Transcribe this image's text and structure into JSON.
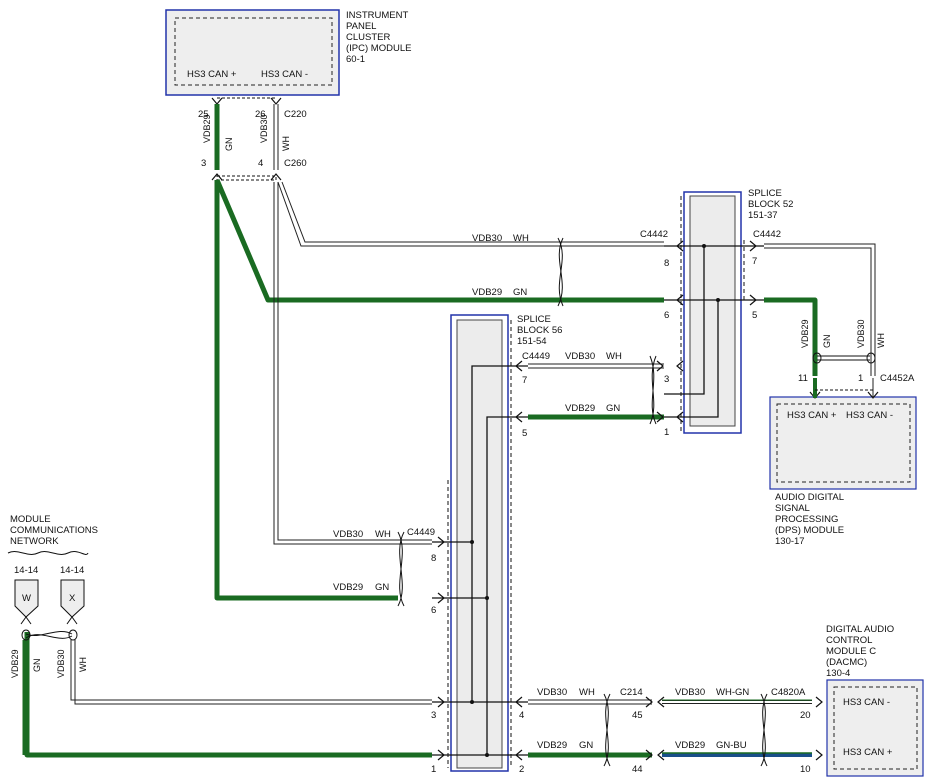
{
  "ipc": {
    "title": [
      "INSTRUMENT",
      "PANEL",
      "CLUSTER",
      "(IPC) MODULE",
      "60-1"
    ],
    "pin_plus": "HS3 CAN +",
    "pin_minus": "HS3 CAN -"
  },
  "dsp": {
    "title": [
      "AUDIO DIGITAL",
      "SIGNAL",
      "PROCESSING",
      "(DPS) MODULE",
      "130-17"
    ],
    "pin_plus": "HS3 CAN +",
    "pin_minus": "HS3 CAN -"
  },
  "dacmc": {
    "title": [
      "DIGITAL AUDIO",
      "CONTROL",
      "MODULE C",
      "(DACMC)",
      "130-4"
    ],
    "pin_minus": "HS3 CAN -",
    "pin_plus": "HS3 CAN +"
  },
  "splice52": {
    "title": [
      "SPLICE",
      "BLOCK 52",
      "151-37"
    ]
  },
  "splice56": {
    "title": [
      "SPLICE",
      "BLOCK 56",
      "151-54"
    ]
  },
  "mcn": {
    "title": [
      "MODULE",
      "COMMUNICATIONS",
      "NETWORK"
    ],
    "ref_w": "14-14",
    "ref_x": "14-14",
    "tag_w": "W",
    "tag_x": "X"
  },
  "connectors": {
    "c220": "C220",
    "c260": "C260",
    "c4442_left": "C4442",
    "c4442_right": "C4442",
    "c4449_top": "C4449",
    "c4449_left": "C4449",
    "c4452a": "C4452A",
    "c214": "C214",
    "c4820a": "C4820A"
  },
  "circuits": {
    "vdb29": "VDB29",
    "vdb30": "VDB30"
  },
  "colors_text": {
    "gn": "GN",
    "wh": "WH",
    "wh_gn": "WH-GN",
    "gn_bu": "GN-BU"
  },
  "pins": {
    "p25": "25",
    "p26": "26",
    "p3": "3",
    "p4": "4",
    "s52_8": "8",
    "s52_6": "6",
    "s52_7": "7",
    "s52_5": "5",
    "dsp_11": "11",
    "dsp_1": "1",
    "s52_3": "3",
    "s52_1": "1",
    "s56_7": "7",
    "s56_5": "5",
    "s56_8": "8",
    "s56_6": "6",
    "s56_3": "3",
    "s56_1": "1",
    "s56_4": "4",
    "s56_2": "2",
    "c214_45": "45",
    "c214_44": "44",
    "dac_20": "20",
    "dac_10": "10"
  },
  "wire_colors": {
    "green": "#1a6b22",
    "white_outline": "#222222",
    "blue": "#1a4f8a",
    "module_border": "#2233aa",
    "splice_fill": "#ececec"
  }
}
